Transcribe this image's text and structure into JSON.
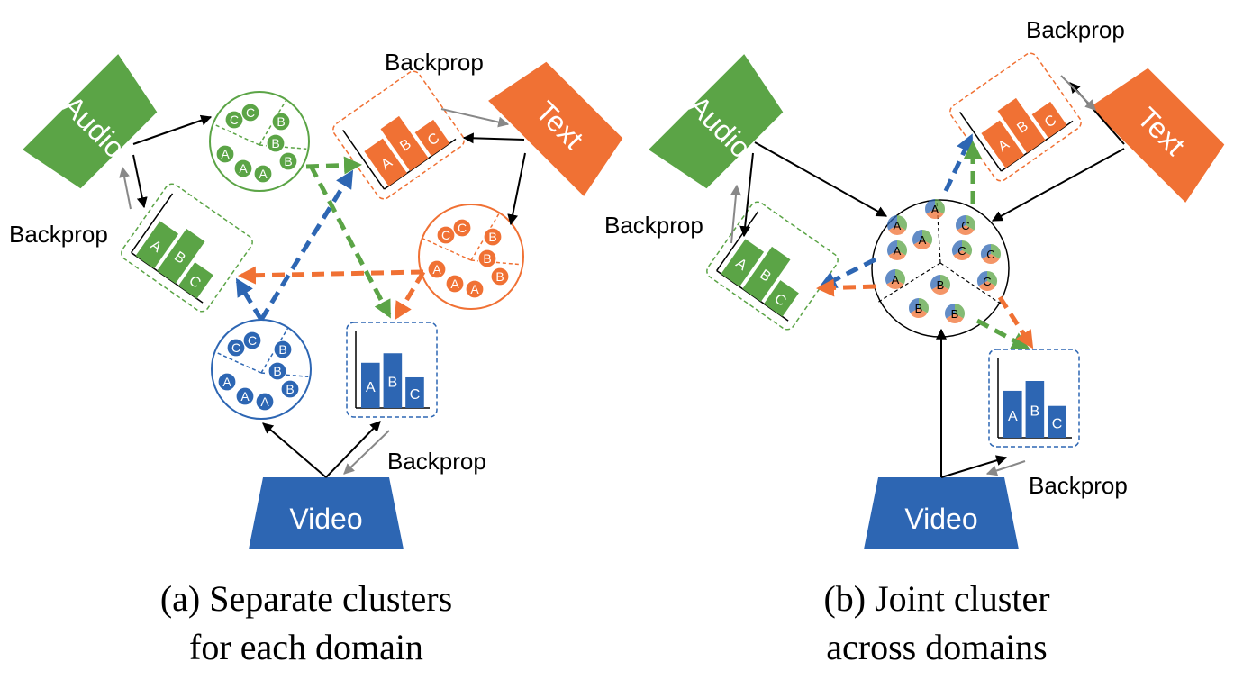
{
  "colors": {
    "green": "#5ba446",
    "orange": "#f07134",
    "blue": "#2d66b3",
    "arrow": "#000000",
    "backprop": "#888888",
    "text": "#000000"
  },
  "modalities": {
    "audio": "Audio",
    "text": "Text",
    "video": "Video"
  },
  "backprop_label": "Backprop",
  "cluster_letters": [
    "A",
    "B",
    "C"
  ],
  "panel_a": {
    "caption_line1": "(a) Separate clusters",
    "caption_line2": "for each domain"
  },
  "panel_b": {
    "caption_line1": "(b) Joint cluster",
    "caption_line2": "across domains"
  }
}
